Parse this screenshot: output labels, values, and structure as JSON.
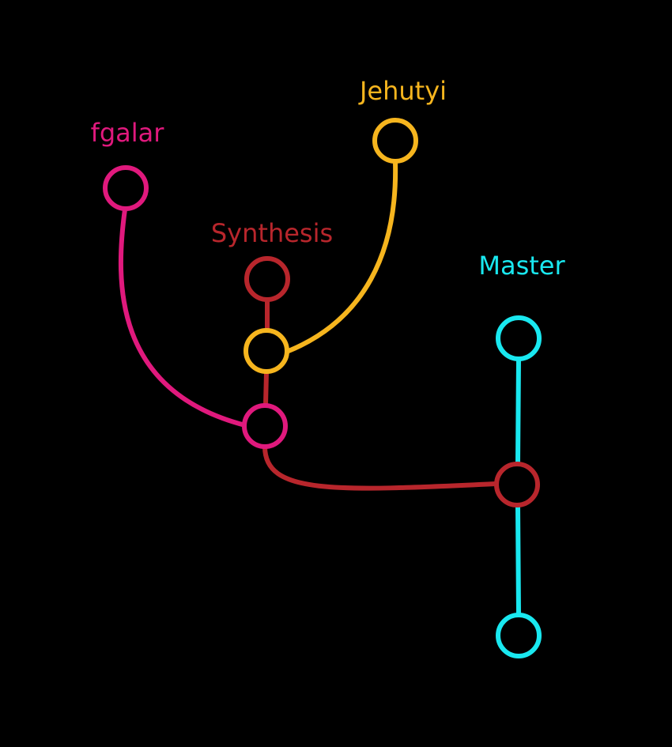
{
  "colors": {
    "background": "#000000",
    "fgalar": "#e0197d",
    "jehutyi": "#f6b51e",
    "synthesis": "#b8262c",
    "master": "#19e8f0"
  },
  "branches": [
    {
      "id": "fgalar",
      "label": "fgalar",
      "color": "#e0197d"
    },
    {
      "id": "jehutyi",
      "label": "Jehutyi",
      "color": "#f6b51e"
    },
    {
      "id": "synthesis",
      "label": "Synthesis",
      "color": "#b8262c"
    },
    {
      "id": "master",
      "label": "Master",
      "color": "#19e8f0"
    }
  ],
  "commits": [
    {
      "id": "fgalar-tip",
      "branch": "fgalar"
    },
    {
      "id": "jehutyi-tip",
      "branch": "jehutyi"
    },
    {
      "id": "synthesis-tip",
      "branch": "synthesis"
    },
    {
      "id": "jehutyi-merge",
      "branch": "jehutyi"
    },
    {
      "id": "fgalar-merge",
      "branch": "fgalar"
    },
    {
      "id": "master-tip",
      "branch": "master"
    },
    {
      "id": "synthesis-merge",
      "branch": "synthesis"
    },
    {
      "id": "master-root",
      "branch": "master"
    }
  ],
  "edges": [
    {
      "from": "fgalar-tip",
      "to": "fgalar-merge",
      "branch": "fgalar"
    },
    {
      "from": "jehutyi-tip",
      "to": "jehutyi-merge",
      "branch": "jehutyi"
    },
    {
      "from": "synthesis-tip",
      "to": "jehutyi-merge",
      "branch": "synthesis"
    },
    {
      "from": "jehutyi-merge",
      "to": "fgalar-merge",
      "branch": "synthesis"
    },
    {
      "from": "fgalar-merge",
      "to": "synthesis-merge",
      "branch": "synthesis"
    },
    {
      "from": "master-tip",
      "to": "synthesis-merge",
      "branch": "master"
    },
    {
      "from": "synthesis-merge",
      "to": "master-root",
      "branch": "master"
    }
  ]
}
